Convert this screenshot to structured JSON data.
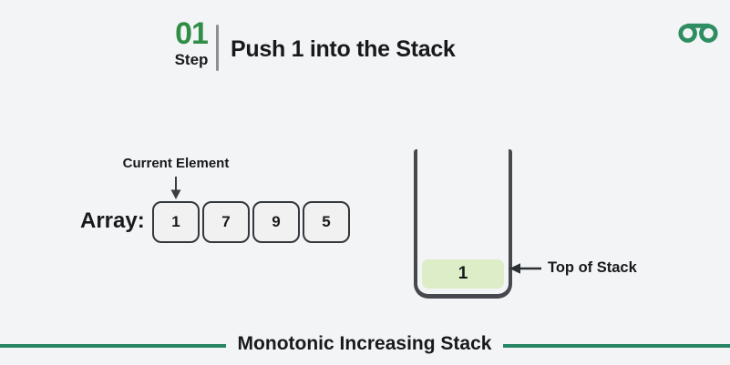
{
  "page": {
    "background": "#f3f4f6",
    "accent_green": "#2f8d62",
    "step_green": "#2f8d46",
    "line_green": "#268664"
  },
  "header": {
    "step_number": "01",
    "step_label": "Step",
    "title": "Push 1 into the Stack",
    "logo": "geeksforgeeks-logo"
  },
  "array_section": {
    "pointer_label": "Current Element",
    "array_label": "Array:",
    "elements": [
      "1",
      "7",
      "9",
      "5"
    ],
    "current_index": 0
  },
  "stack_section": {
    "items": [
      "1"
    ],
    "item_bg": "#dcedc8",
    "top_label": "Top of Stack"
  },
  "footer": {
    "caption": "Monotonic Increasing Stack"
  }
}
